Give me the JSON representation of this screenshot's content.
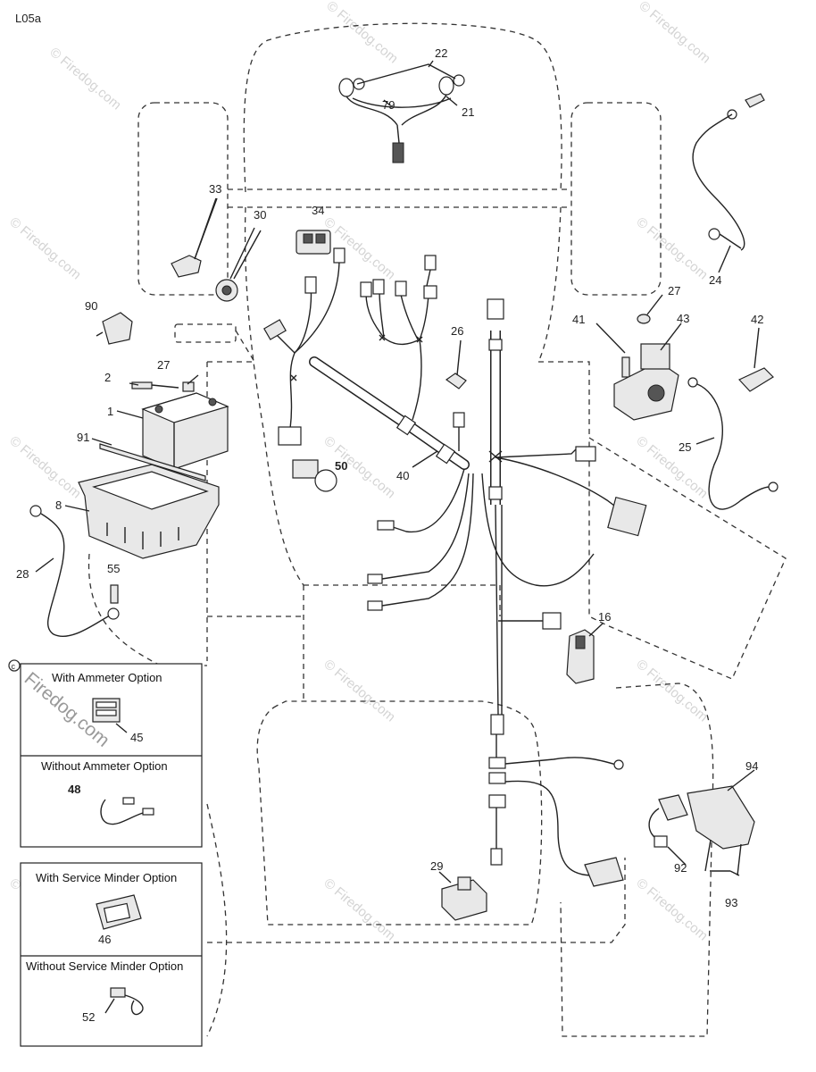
{
  "diagram": {
    "code": "L05a",
    "watermark": "© Firedog.com",
    "corner_watermark": "Firedog.com",
    "callouts": {
      "c22": "22",
      "c79": "79",
      "c21": "21",
      "c33": "33",
      "c30": "30",
      "c34": "34",
      "c90": "90",
      "c2": "2",
      "c27a": "27",
      "c1": "1",
      "c91": "91",
      "c8": "8",
      "c28": "28",
      "c55": "55",
      "c26": "26",
      "c50": "50",
      "c40": "40",
      "c24": "24",
      "c27b": "27",
      "c41": "41",
      "c43": "43",
      "c42": "42",
      "c25": "25",
      "c16": "16",
      "c45": "45",
      "c48": "48",
      "c94": "94",
      "c92": "92",
      "c93": "93",
      "c29": "29",
      "c46": "46",
      "c52": "52"
    },
    "option_boxes": {
      "ammeter_with": "With Ammeter Option",
      "ammeter_without": "Without Ammeter Option",
      "minder_with": "With Service Minder Option",
      "minder_without": "Without Service Minder Option"
    }
  }
}
